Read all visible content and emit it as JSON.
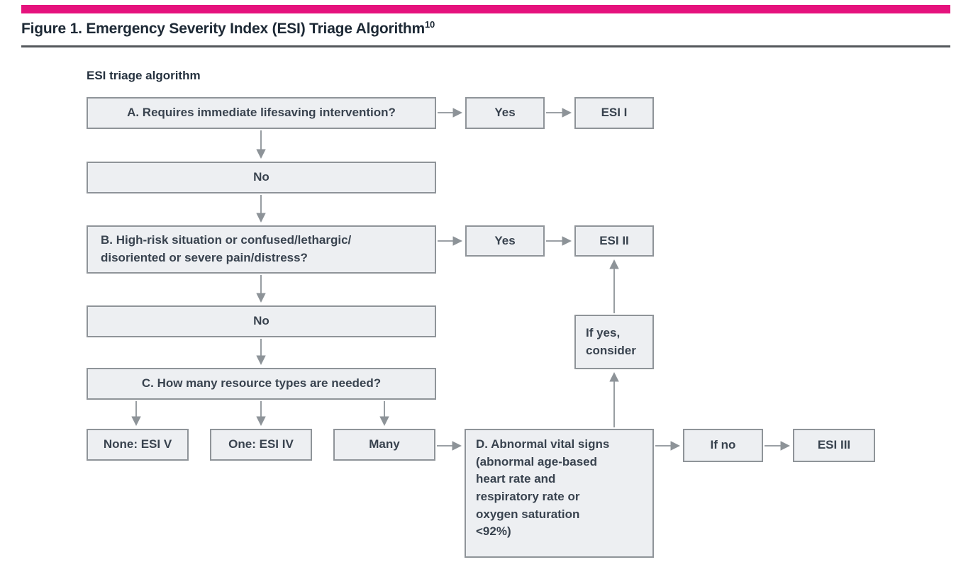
{
  "figure_header": {
    "title": "Figure 1. Emergency Severity Index (ESI) Triage Algorithm",
    "title_superscript": "10",
    "accent_bar_color": "#e5127d"
  },
  "diagram": {
    "caption": "ESI triage algorithm",
    "colors": {
      "box_fill": "#edeff2",
      "box_border": "#8f9499",
      "box_text": "#39434f",
      "arrow": "#8d9398"
    },
    "nodes": {
      "step_a": {
        "label": "A. Requires immediate lifesaving intervention?"
      },
      "yes_a": {
        "label": "Yes"
      },
      "esi_1": {
        "label": "ESI I"
      },
      "no_1": {
        "label": "No"
      },
      "step_b": {
        "label": "B. High-risk situation or confused/lethargic/\ndisoriented or severe pain/distress?"
      },
      "yes_b": {
        "label": "Yes"
      },
      "esi_2": {
        "label": "ESI II"
      },
      "no_2": {
        "label": "No"
      },
      "step_c": {
        "label": "C. How many resource types are needed?"
      },
      "none_esi_5": {
        "label": "None: ESI V"
      },
      "one_esi_4": {
        "label": "One: ESI IV"
      },
      "many": {
        "label": "Many"
      },
      "step_d": {
        "label": "D. Abnormal vital signs\n(abnormal age-based\nheart rate and\nrespiratory rate or\noxygen saturation\n<92%)"
      },
      "if_yes_consider": {
        "label": "If yes,\nconsider"
      },
      "if_no": {
        "label": "If no"
      },
      "esi_3": {
        "label": "ESI III"
      }
    }
  }
}
